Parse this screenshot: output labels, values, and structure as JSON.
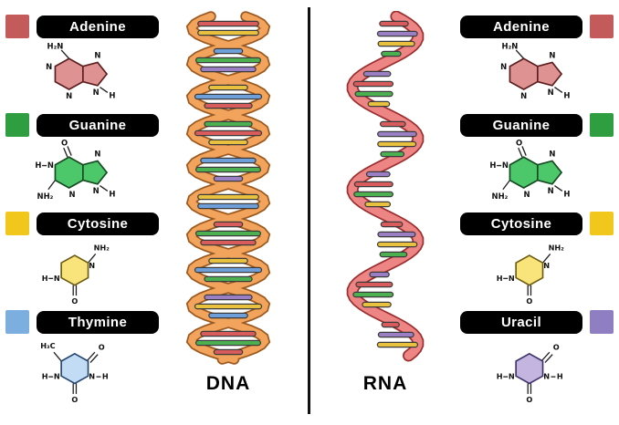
{
  "center": {
    "dna": {
      "label": "DNA",
      "strand_color": "#F2A45C",
      "strand_outline": "#9C5A20",
      "rung_colors": [
        "#D95C5C",
        "#E8C13F",
        "#6E9FD8",
        "#4CAF50",
        "#9B7FC4",
        "#E8C13F",
        "#6E9FD8",
        "#D95C5C",
        "#4CAF50"
      ]
    },
    "rna": {
      "label": "RNA",
      "strand_color": "#EE8585",
      "strand_outline": "#9C2F2F",
      "rung_colors": [
        "#D95C5C",
        "#9B7FC4",
        "#E8C13F",
        "#4CAF50",
        "#9B7FC4",
        "#D95C5C",
        "#4CAF50",
        "#E8C13F"
      ]
    }
  },
  "molecules": {
    "adenine": {
      "name": "Adenine",
      "swatch": "#C35B5B",
      "fill": "#DE9292",
      "stroke": "#5C1F1F",
      "atom_labels": [
        "H₂N",
        "N",
        "N",
        "N",
        "N",
        "H"
      ]
    },
    "guanine": {
      "name": "Guanine",
      "swatch": "#2F9E41",
      "fill": "#4CC86A",
      "stroke": "#164A22",
      "atom_labels": [
        "O",
        "H",
        "N",
        "NH₂",
        "N",
        "N",
        "N",
        "H"
      ]
    },
    "cytosine": {
      "name": "Cytosine",
      "swatch": "#F2C71C",
      "fill": "#F8E47A",
      "stroke": "#6B5A10",
      "atom_labels": [
        "NH₂",
        "N",
        "O",
        "N",
        "H"
      ]
    },
    "thymine": {
      "name": "Thymine",
      "swatch": "#7CAFE0",
      "fill": "#C3DCF5",
      "stroke": "#23456E",
      "atom_labels": [
        "H₃C",
        "O",
        "N",
        "H",
        "O",
        "N",
        "H"
      ]
    },
    "uracil": {
      "name": "Uracil",
      "swatch": "#8F7FC2",
      "fill": "#C3B5DF",
      "stroke": "#3E3268",
      "atom_labels": [
        "O",
        "N",
        "H",
        "O",
        "N",
        "H"
      ]
    }
  },
  "left_panel": {
    "order": [
      "Adenine",
      "Guanine",
      "Cytosine",
      "Thymine"
    ]
  },
  "right_panel": {
    "order": [
      "Adenine",
      "Guanine",
      "Cytosine",
      "Uracil"
    ]
  }
}
